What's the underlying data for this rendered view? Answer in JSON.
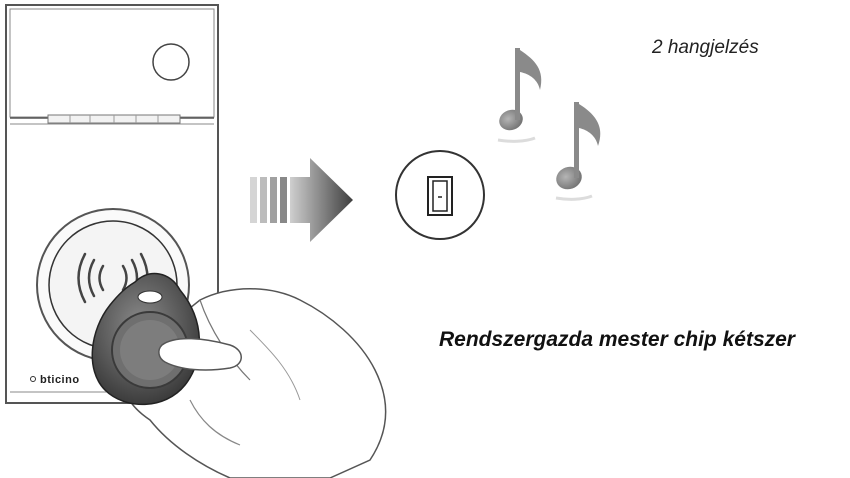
{
  "caption_top": "2 hangjelzés",
  "caption_main": "Rendszergazda mester chip kétszer",
  "device": {
    "brand": "bticino"
  },
  "icons": [
    "door-icon",
    "music-note-icon",
    "arrow-right-icon",
    "rfid-wave-icon",
    "key-fob-icon",
    "hand-icon"
  ],
  "colors": {
    "device_outline": "#555555",
    "note_gray": "#8a8a8a",
    "arrow_dark": "#5a5a5a",
    "fob_dark": "#4a4a4a"
  }
}
